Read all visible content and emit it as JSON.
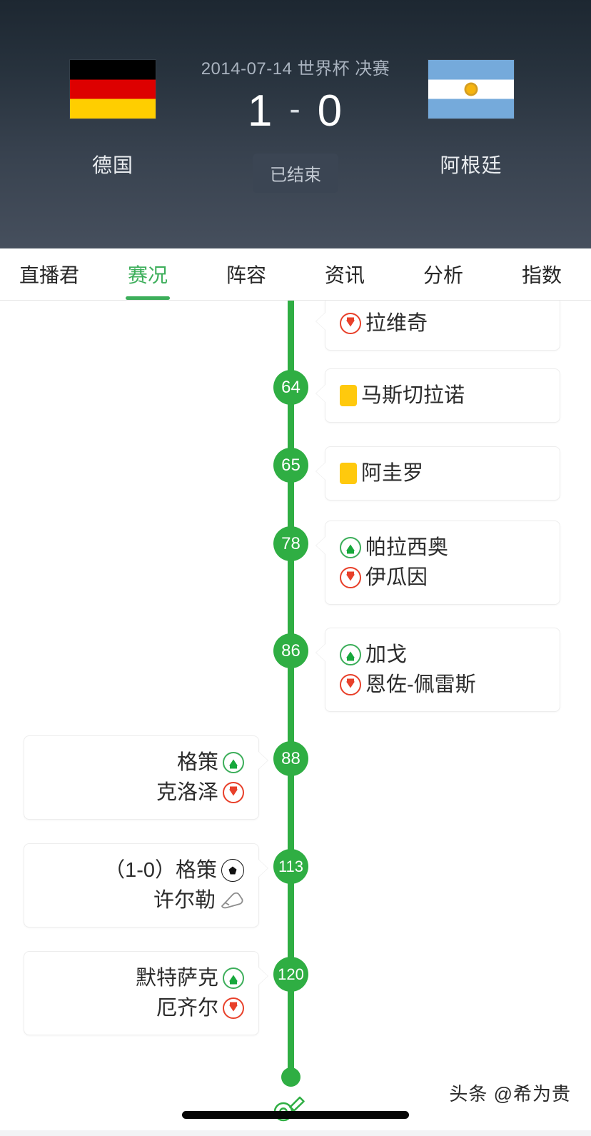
{
  "header": {
    "match_meta": "2014-07-14 世界杯 决赛",
    "home": {
      "name": "德国",
      "flag": "germany-flag",
      "score": "1"
    },
    "away": {
      "name": "阿根廷",
      "flag": "argentina-flag",
      "score": "0"
    },
    "score_separator": "-",
    "status": "已结束"
  },
  "tabs": [
    {
      "label": "直播君",
      "active": false
    },
    {
      "label": "赛况",
      "active": true
    },
    {
      "label": "阵容",
      "active": false
    },
    {
      "label": "资讯",
      "active": false
    },
    {
      "label": "分析",
      "active": false
    },
    {
      "label": "指数",
      "active": false
    }
  ],
  "colors": {
    "accent_green": "#2fae43",
    "tab_active": "#3cae5a",
    "sub_out_red": "#e8402a",
    "yellow_card": "#FFC90D",
    "header_top": "#1d2731",
    "header_bottom": "#464f5d"
  },
  "timeline": {
    "events": [
      {
        "minute": "",
        "side": "right",
        "rows": [
          {
            "icon": "sub-out-icon",
            "label": "拉维奇"
          }
        ]
      },
      {
        "minute": "64",
        "side": "right",
        "rows": [
          {
            "icon": "yellow-card-icon",
            "label": "马斯切拉诺"
          }
        ]
      },
      {
        "minute": "65",
        "side": "right",
        "rows": [
          {
            "icon": "yellow-card-icon",
            "label": "阿圭罗"
          }
        ]
      },
      {
        "minute": "78",
        "side": "right",
        "rows": [
          {
            "icon": "sub-in-icon",
            "label": "帕拉西奥"
          },
          {
            "icon": "sub-out-icon",
            "label": "伊瓜因"
          }
        ]
      },
      {
        "minute": "86",
        "side": "right",
        "rows": [
          {
            "icon": "sub-in-icon",
            "label": "加戈"
          },
          {
            "icon": "sub-out-icon",
            "label": "恩佐-佩雷斯"
          }
        ]
      },
      {
        "minute": "88",
        "side": "left",
        "rows": [
          {
            "icon": "sub-in-icon",
            "label": "格策"
          },
          {
            "icon": "sub-out-icon",
            "label": "克洛泽"
          }
        ]
      },
      {
        "minute": "113",
        "side": "left",
        "rows": [
          {
            "icon": "goal-icon",
            "label": "（1-0）格策"
          },
          {
            "icon": "assist-icon",
            "label": "许尔勒"
          }
        ]
      },
      {
        "minute": "120",
        "side": "left",
        "rows": [
          {
            "icon": "sub-in-icon",
            "label": "默特萨克"
          },
          {
            "icon": "sub-out-icon",
            "label": "厄齐尔"
          }
        ]
      }
    ],
    "end_icon": "whistle-icon"
  },
  "watermark": "头条 @希为贵"
}
